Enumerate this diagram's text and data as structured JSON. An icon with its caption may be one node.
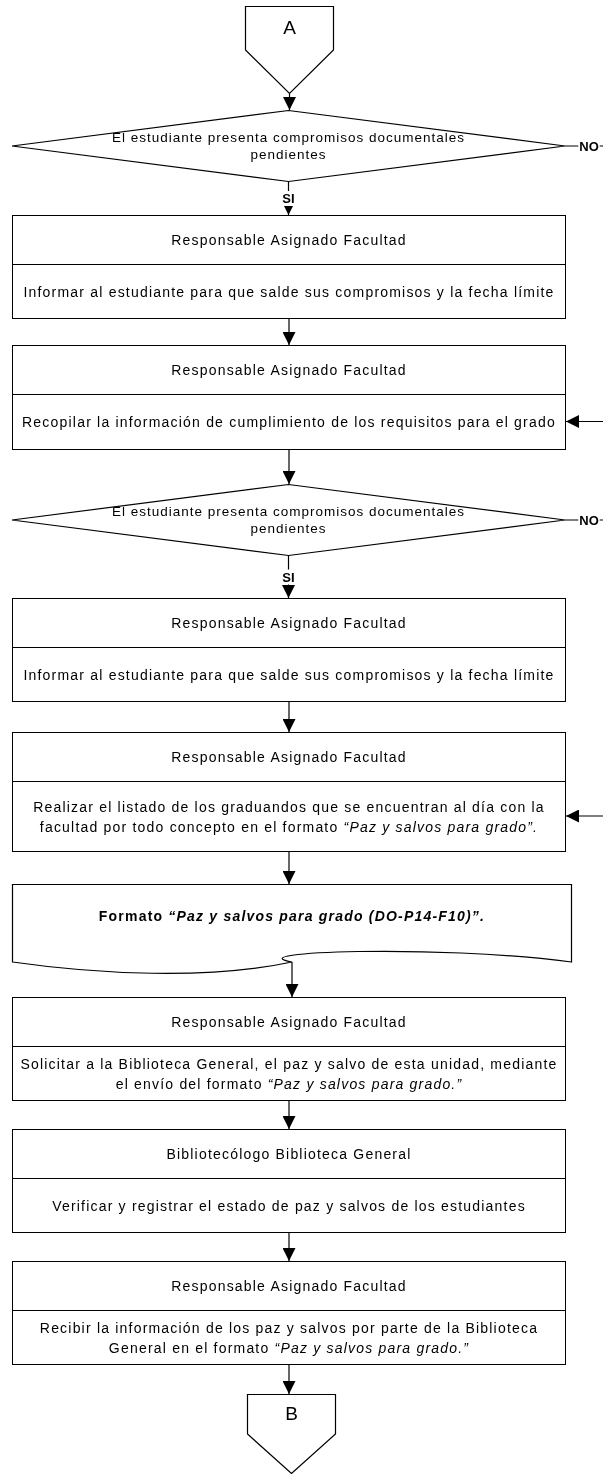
{
  "diagram": {
    "nodes": [
      {
        "text": [
          "A"
        ]
      },
      {
        "text": [
          "El estudiante presenta compromisos documentales pendientes"
        ]
      },
      {
        "text": [
          "Responsable Asignado Facultad",
          "Informar al estudiante para que salde sus compromisos y la fecha límite"
        ]
      },
      {
        "text": [
          "Responsable Asignado Facultad",
          "Recopilar la información de cumplimiento de los requisitos para el grado"
        ]
      },
      {
        "text": [
          "El estudiante presenta compromisos documentales pendientes"
        ]
      },
      {
        "text": [
          "Responsable Asignado Facultad",
          "Informar al estudiante para que salde sus compromisos y la fecha límite"
        ]
      },
      {
        "text": [
          "Responsable Asignado Facultad",
          "Realizar el listado de los graduandos que se encuentran al día con la facultad por todo concepto en el formato *“Paz y salvos para grado”.*"
        ]
      },
      {
        "text": [
          "Formato *“Paz y salvos para grado (DO-P14-F10)”.*"
        ]
      },
      {
        "text": [
          "Responsable Asignado Facultad",
          "Solicitar a la Biblioteca General, el paz y salvo de esta unidad, mediante el envío del formato *“Paz y salvos para grado.”*"
        ]
      },
      {
        "text": [
          "Bibliotecólogo Biblioteca General",
          "Verificar y registrar el estado de paz y salvos de los estudiantes"
        ]
      },
      {
        "text": [
          "Responsable Asignado Facultad",
          "Recibir la información de los paz y salvos por parte de la Biblioteca General en el formato *“Paz y salvos para grado.”*"
        ]
      },
      {
        "text": [
          "B"
        ]
      }
    ],
    "edges": [
      {
        "from": 0,
        "to": 1,
        "arrow": "to"
      },
      {
        "from": 1,
        "to": 2,
        "arrow": "to",
        "label": "SI"
      },
      {
        "from": 1,
        "to": null,
        "arrow": "none",
        "label": "NO"
      },
      {
        "from": 2,
        "to": 3,
        "arrow": "to"
      },
      {
        "from": null,
        "to": 3,
        "arrow": "to"
      },
      {
        "from": 3,
        "to": 4,
        "arrow": "to"
      },
      {
        "from": 4,
        "to": 5,
        "arrow": "to",
        "label": "SI"
      },
      {
        "from": 4,
        "to": null,
        "arrow": "none",
        "label": "NO"
      },
      {
        "from": 5,
        "to": 6,
        "arrow": "to"
      },
      {
        "from": null,
        "to": 6,
        "arrow": "to"
      },
      {
        "from": 6,
        "to": 7,
        "arrow": "to"
      },
      {
        "from": 7,
        "to": 8,
        "arrow": "to"
      },
      {
        "from": 8,
        "to": 9,
        "arrow": "to"
      },
      {
        "from": 9,
        "to": 10,
        "arrow": "to"
      },
      {
        "from": 10,
        "to": 11,
        "arrow": "to"
      }
    ]
  }
}
